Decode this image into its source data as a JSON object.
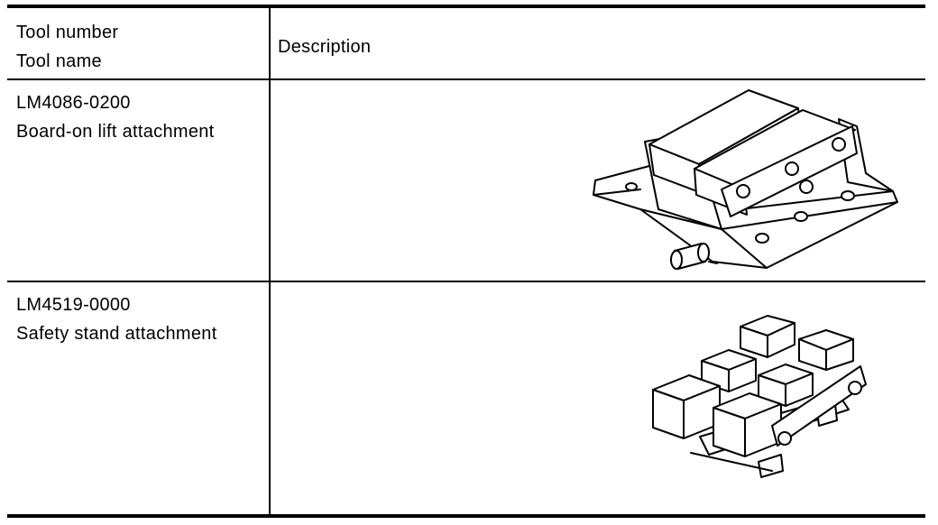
{
  "table": {
    "header": {
      "col1_line1": "Tool number",
      "col1_line2": "Tool name",
      "col2": "Description"
    },
    "rows": [
      {
        "tool_number": "LM4086-0200",
        "tool_name": "Board-on lift attachment",
        "illustration": "board-on-lift-attachment-drawing"
      },
      {
        "tool_number": "LM4519-0000",
        "tool_name": "Safety stand attachment",
        "illustration": "safety-stand-attachment-drawing"
      }
    ]
  }
}
